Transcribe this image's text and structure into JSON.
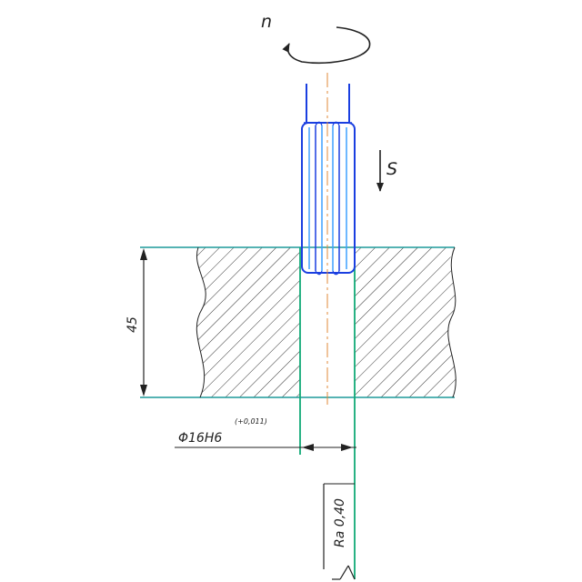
{
  "labels": {
    "rotation": "n",
    "feed": "S",
    "depth": "45",
    "diameter": "Φ16H6",
    "tolerance": "(+0,011)",
    "roughness": "Ra 0,40"
  },
  "colors": {
    "tool_outline": "#1a3fe0",
    "tool_highlight": "#3fa0ff",
    "part_outline": "#1d9a9a",
    "bore_wall": "#11aa77",
    "axis_line": "#e08a3a",
    "ink": "#222222",
    "hatch": "#333333"
  }
}
